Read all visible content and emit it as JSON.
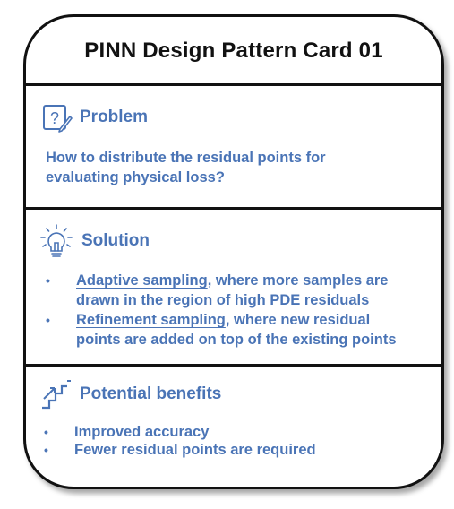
{
  "card": {
    "title": "PINN Design Pattern Card 01"
  },
  "problem": {
    "heading": "Problem",
    "icon": "question-pencil-icon",
    "line1": "How to distribute the residual points for",
    "line2": "evaluating physical loss?"
  },
  "solution": {
    "heading": "Solution",
    "icon": "lightbulb-icon",
    "bullet": "•",
    "items": [
      {
        "term": "Adaptive sampling",
        "rest1": ", where more samples are",
        "line2": "drawn in the region of high PDE residuals"
      },
      {
        "term": "Refinement sampling",
        "rest1": ", where new residual",
        "line2": "points are added on top of the existing points"
      }
    ]
  },
  "benefits": {
    "heading": "Potential benefits",
    "icon": "stairs-arrow-icon",
    "bullet": "•",
    "items": [
      "Improved accuracy",
      "Fewer residual points are required"
    ]
  },
  "colors": {
    "accent": "#4a74b6",
    "border": "#111111"
  }
}
